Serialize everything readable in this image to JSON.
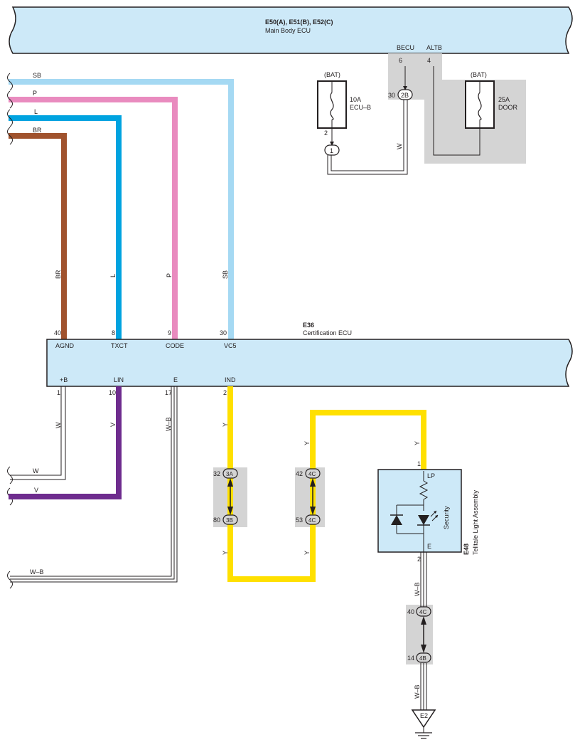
{
  "main_body_ecu": {
    "code": "E50(A), E51(B), E52(C)",
    "name": "Main Body ECU",
    "pins": [
      {
        "number": "6",
        "name": "BECU"
      },
      {
        "number": "4",
        "name": "ALTB"
      }
    ]
  },
  "certification_ecu": {
    "code": "E36",
    "name": "Certification ECU",
    "top_pins": [
      {
        "number": "40",
        "name": "AGND"
      },
      {
        "number": "8",
        "name": "TXCT"
      },
      {
        "number": "9",
        "name": "CODE"
      },
      {
        "number": "30",
        "name": "VC5"
      }
    ],
    "bottom_pins": [
      {
        "number": "1",
        "name": "+B"
      },
      {
        "number": "10",
        "name": "LIN"
      },
      {
        "number": "17",
        "name": "E"
      },
      {
        "number": "2",
        "name": "IND"
      }
    ]
  },
  "fuses": [
    {
      "source": "(BAT)",
      "rating": "10A",
      "name": "ECU–B",
      "pin": "2",
      "connector": "1"
    },
    {
      "source": "(BAT)",
      "rating": "25A",
      "name": "DOOR"
    }
  ],
  "junction_2b": {
    "pin": "30",
    "label": "2B"
  },
  "junctions": [
    {
      "top_pin": "32",
      "top_label": "3A",
      "bottom_pin": "80",
      "bottom_label": "3B"
    },
    {
      "top_pin": "42",
      "top_label": "4C",
      "bottom_pin": "53",
      "bottom_label": "4C"
    },
    {
      "top_pin": "40",
      "top_label": "4C",
      "bottom_pin": "14",
      "bottom_label": "4B"
    }
  ],
  "telltale": {
    "code": "E48",
    "name": "Telltale Light Assembly",
    "pin_top": "1",
    "pin_top_name": "LP",
    "pin_bottom": "2",
    "pin_bottom_name": "E",
    "function": "Security"
  },
  "ground": {
    "label": "E2"
  },
  "wire_colors": {
    "SB": "#a5d9f3",
    "P": "#e98bbf",
    "L": "#00a3e0",
    "BR": "#a0522d",
    "V": "#6e2c8e",
    "Y": "#ffe000",
    "W": "#ffffff",
    "W-B": "#ffffff"
  },
  "wire_labels": {
    "sb": "SB",
    "p": "P",
    "l": "L",
    "br": "BR",
    "w": "W",
    "v": "V",
    "wb": "W–B",
    "y": "Y"
  }
}
